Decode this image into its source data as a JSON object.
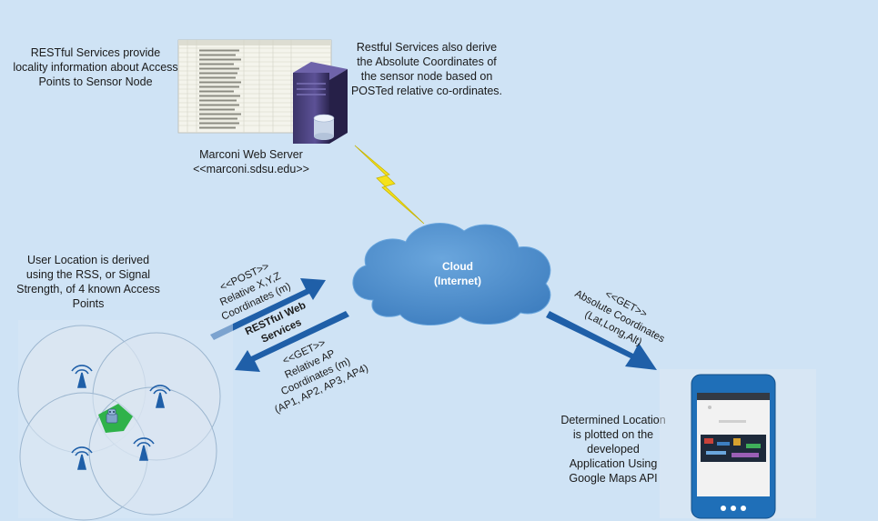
{
  "captions": {
    "restful_left": "RESTful Services provide locality information about Access Points to Sensor Node",
    "restful_right": "Restful Services also derive the Absolute Coordinates of the sensor node based on POSTed relative co-ordinates.",
    "server_name": "Marconi Web Server",
    "server_host": "<<marconi.sdsu.edu>>",
    "user_location": "User Location is derived using the RSS, or Signal Strength, of 4 known Access Points",
    "determined": "Determined Location is plotted on the developed Application Using Google Maps API"
  },
  "cloud": {
    "line1": "Cloud",
    "line2": "(Internet)"
  },
  "post_arrow": {
    "line1": "<<POST>>",
    "line2": "Relative X,Y,Z",
    "line3": "Coordinates (m)"
  },
  "restful_web": {
    "line1": "RESTful Web",
    "line2": "Services"
  },
  "get_left_arrow": {
    "line1": "<<GET>>",
    "line2": "Relative AP",
    "line3": "Coordinates (m)",
    "line4": "(AP1, AP2, AP3, AP4)"
  },
  "get_right_arrow": {
    "line1": "<<GET>>",
    "line2": "Absolute Coordinates",
    "line3": "(Lat,Long,Alt)"
  },
  "colors": {
    "background": "#cfe3f5",
    "arrow": "#1f5fa8",
    "cloud": "#4f8fcf",
    "lightning": "#f5e21b"
  }
}
